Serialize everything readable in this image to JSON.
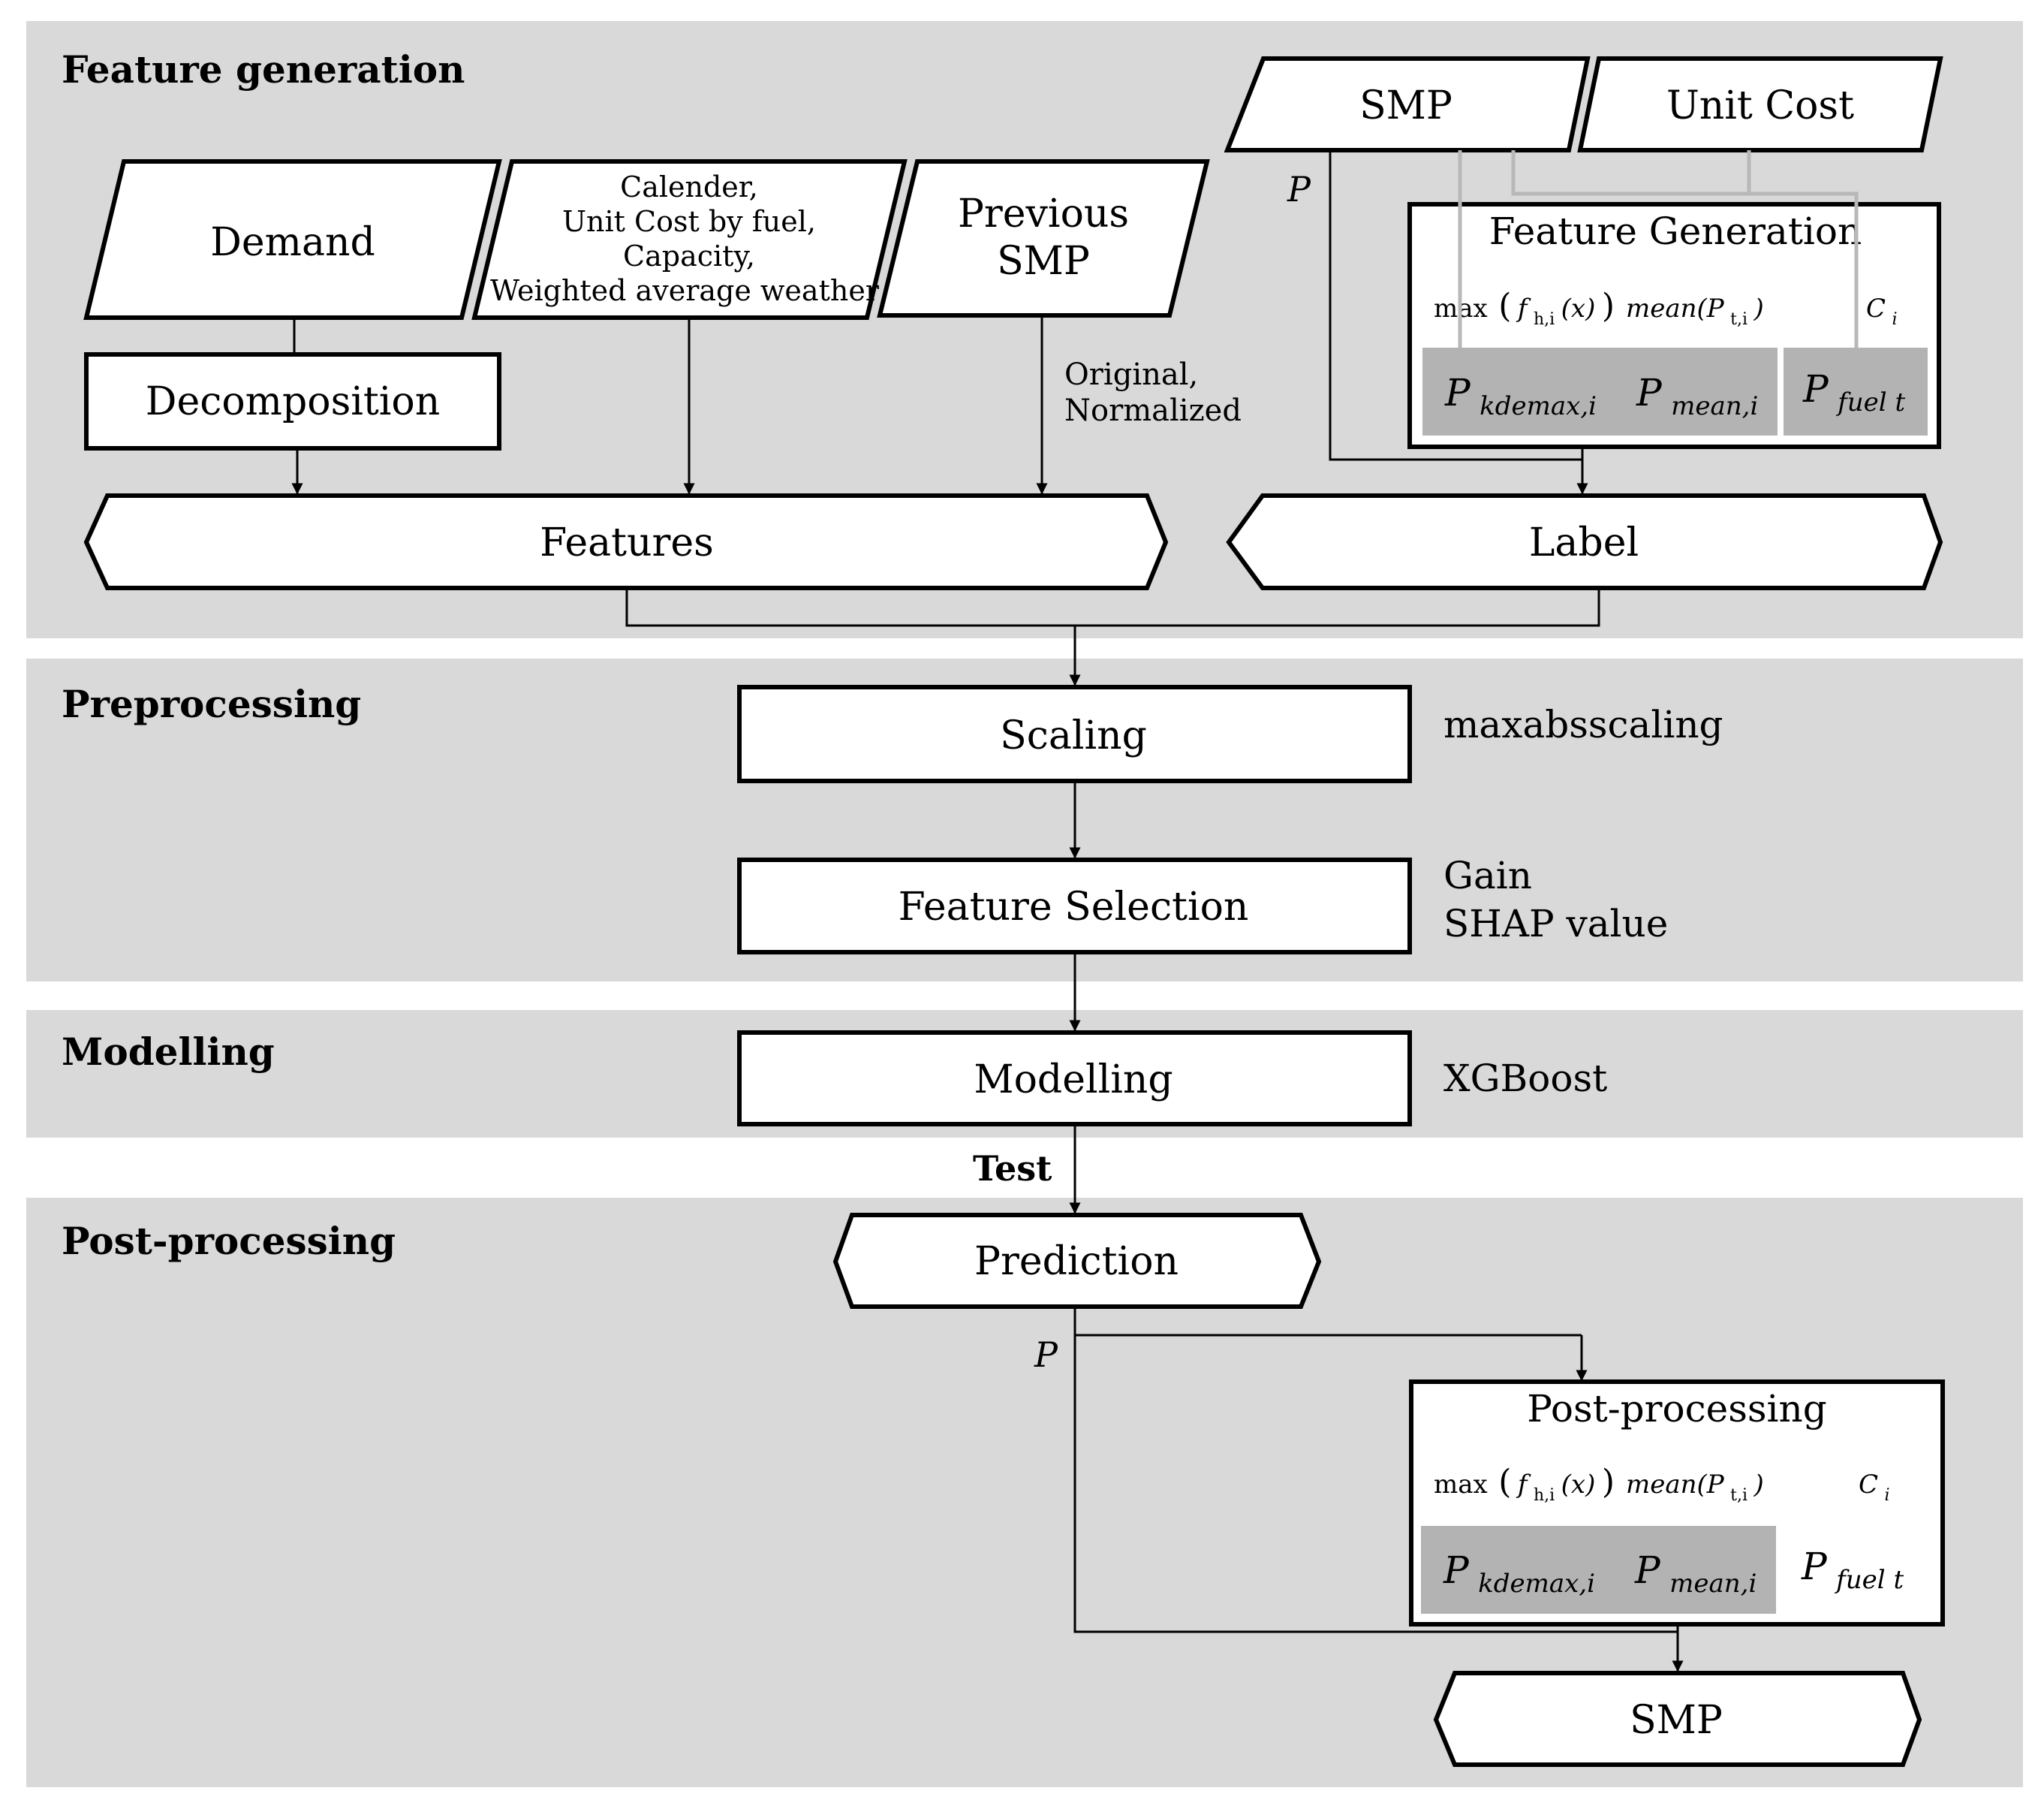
{
  "sections": {
    "feature_generation": "Feature generation",
    "preprocessing": "Preprocessing",
    "modelling": "Modelling",
    "post_processing": "Post-processing"
  },
  "inputs": {
    "demand": "Demand",
    "calendar_lines": [
      "Calender,",
      "Unit Cost by fuel,",
      "Capacity,",
      "Weighted average weather"
    ],
    "previous_smp_lines": [
      "Previous",
      "SMP"
    ],
    "smp": "SMP",
    "unit_cost": "Unit Cost"
  },
  "boxes": {
    "decomposition": "Decomposition",
    "features": "Features",
    "label": "Label",
    "scaling": "Scaling",
    "feature_selection": "Feature Selection",
    "modelling": "Modelling",
    "prediction": "Prediction",
    "output_smp": "SMP"
  },
  "annotations": {
    "original_normalized": [
      "Original,",
      "Normalized"
    ],
    "maxabsscaling": "maxabsscaling",
    "gain_shap": [
      "Gain",
      "SHAP value"
    ],
    "xgboost": "XGBoost",
    "test": "Test",
    "p_label_top": "P",
    "p_label_bottom": "P"
  },
  "feature_generation_box": {
    "title": "Feature Generation",
    "formula_max_prefix": "max",
    "formula_max_f": "f",
    "formula_max_sub": "h,i",
    "formula_max_arg": "(x)",
    "formula_mean_prefix": "mean(P",
    "formula_mean_sub": "t,i",
    "formula_mean_suffix": ")",
    "formula_c": "C",
    "formula_c_sub": "i",
    "out_kdemax": "P",
    "out_kdemax_sub": "kdemax,i",
    "out_mean": "P",
    "out_mean_sub": "mean,i",
    "out_fuel": "P",
    "out_fuel_sub": "fuel t"
  },
  "post_processing_box": {
    "title": "Post-processing"
  },
  "colors": {
    "section_background": "#d9d9d9",
    "highlight_cell": "#b3b3b3",
    "connector_gray": "#b8b8b8"
  }
}
